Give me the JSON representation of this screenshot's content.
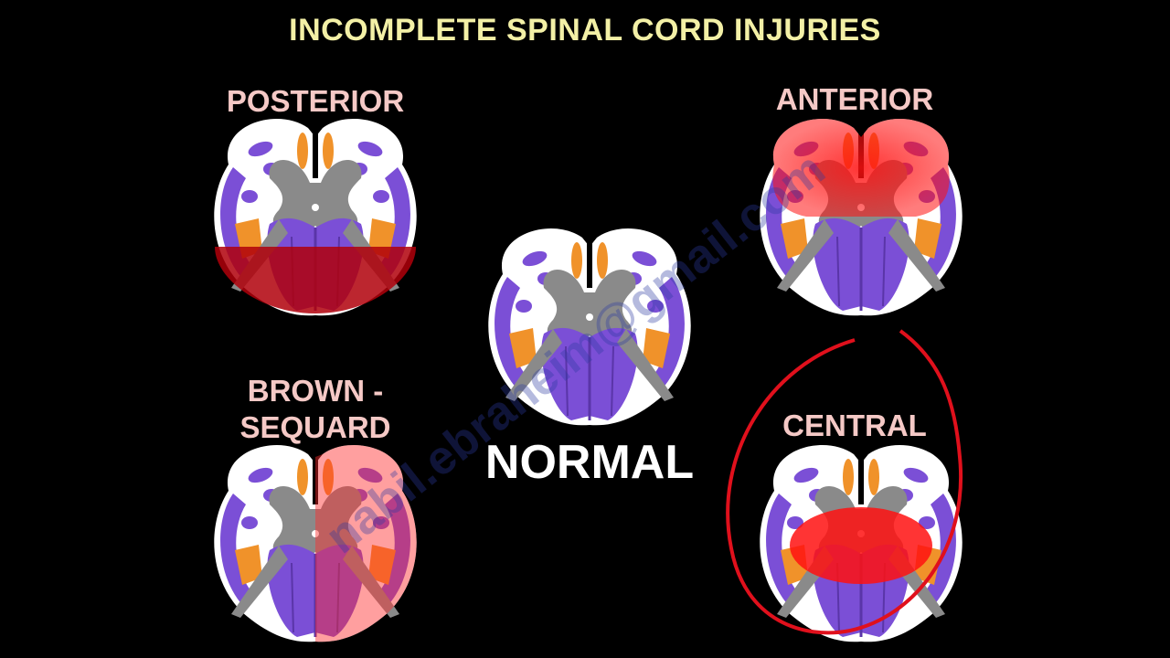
{
  "title": "INCOMPLETE SPINAL CORD INJURIES",
  "labels": {
    "posterior": "POSTERIOR",
    "anterior": "ANTERIOR",
    "brown_line1": "BROWN -",
    "brown_line2": "SEQUARD",
    "central": "CENTRAL",
    "normal": "NORMAL"
  },
  "watermark": "nabil.ebraheim@gmail.com",
  "colors": {
    "background": "#000000",
    "title": "#f3f0a6",
    "section_label": "#f5c9c6",
    "normal_label": "#ffffff",
    "white_matter": "#ffffff",
    "gray_matter": "#8a8a8a",
    "dorsal_columns": "#7b4fd6",
    "tracts_purple": "#7b4fd6",
    "tracts_orange": "#f0922a",
    "injury_red": "#e0001a",
    "highlight_circle": "#e0101c"
  },
  "diagram": {
    "center": "normal",
    "variants": [
      "posterior",
      "anterior",
      "brown_sequard",
      "central"
    ],
    "highlighted": "central"
  }
}
